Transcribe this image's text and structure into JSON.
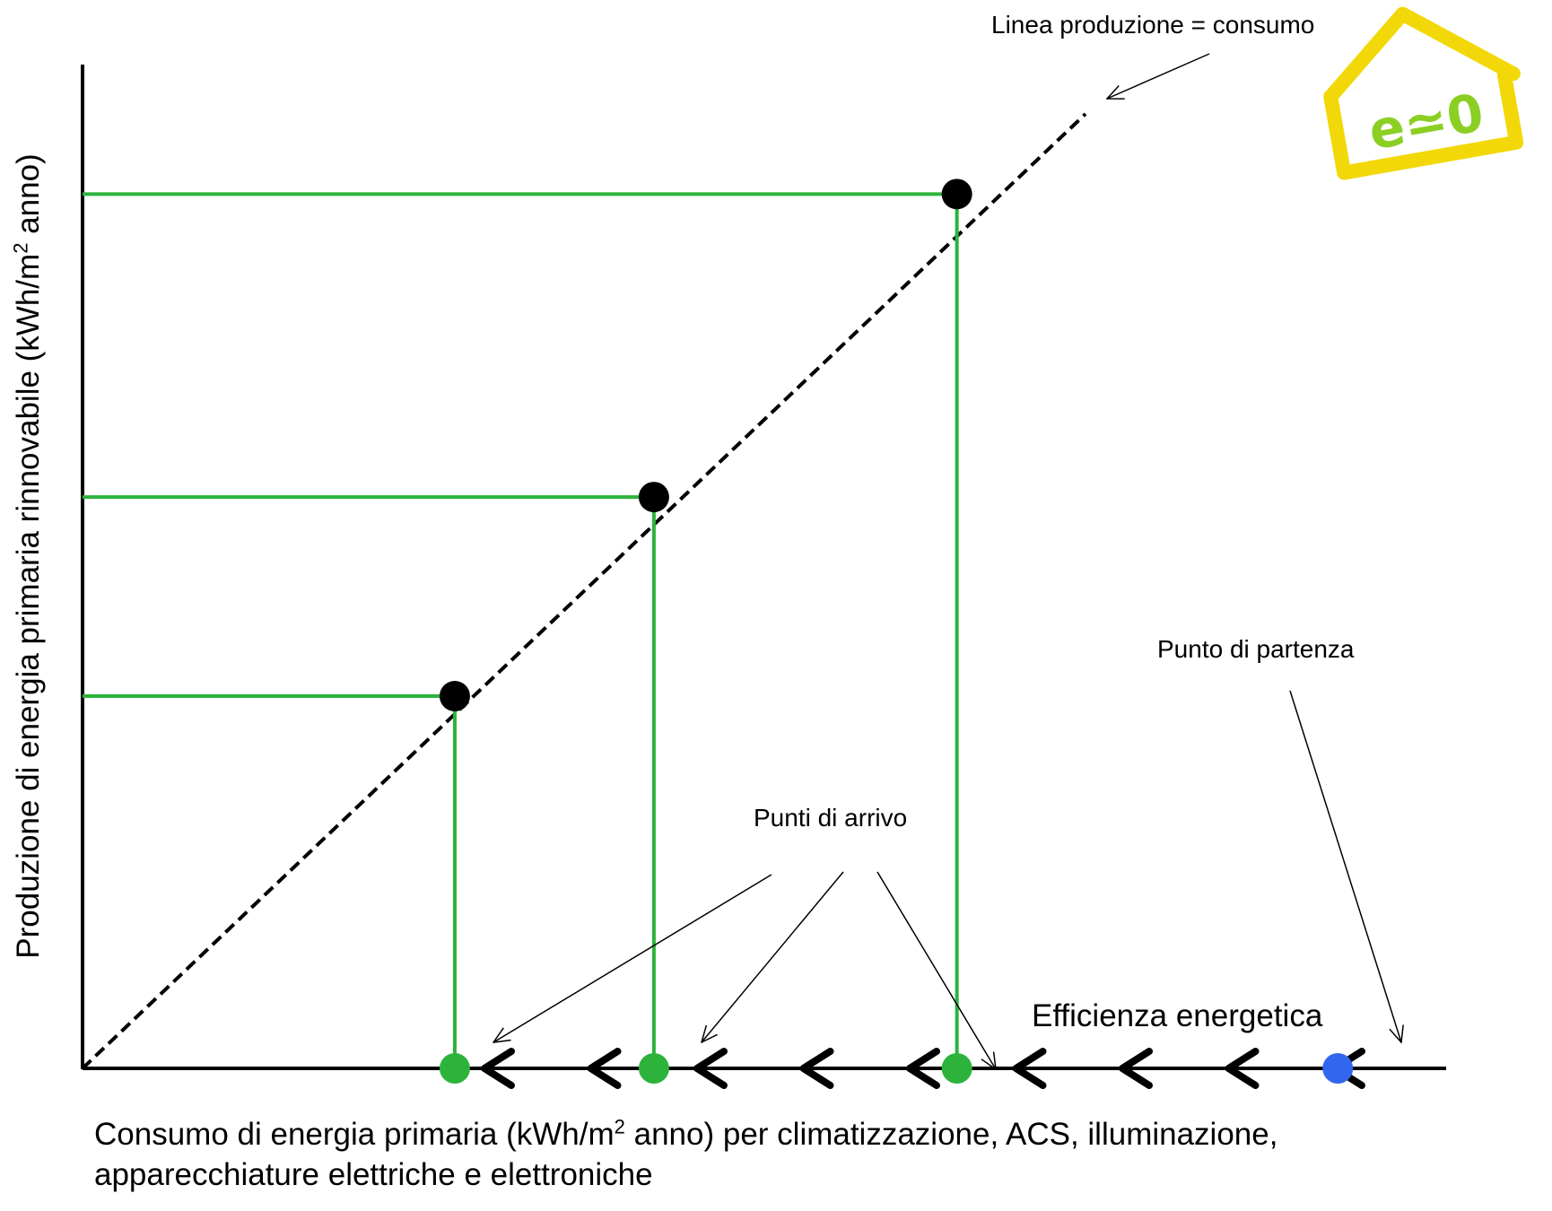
{
  "y_axis": {
    "pre": "Produzione di energia primaria  rinnovabile (kWh/m",
    "sup": "2",
    "post": " anno)"
  },
  "x_axis": {
    "line1_pre": "Consumo di energia primaria (kWh/m",
    "line1_sup": "2",
    "line1_post": " anno) per climatizzazione, ACS, illuminazione,",
    "line2": "apparecchiature elettriche e elettroniche"
  },
  "labels": {
    "diagonal": "Linea produzione = consumo",
    "start": "Punto di partenza",
    "arrivals": "Punti di arrivo",
    "efficiency": "Efficienza energetica"
  },
  "logo": {
    "text": "e≃0",
    "color": "#f2d808",
    "text_color": "#8ccf24"
  },
  "colors": {
    "axis": "#000000",
    "guide": "#2db33c",
    "point_on_line": "#000000",
    "arrival": "#2db33c",
    "start": "#3366ee"
  },
  "chart_data": {
    "type": "scatter",
    "xlabel": "Consumo di energia primaria (kWh/m2 anno) per climatizzazione, ACS, illuminazione, apparecchiature elettriche e elettroniche",
    "ylabel": "Produzione di energia primaria  rinnovabile (kWh/m2 anno)",
    "points_on_line": [
      [
        43,
        43
      ],
      [
        66,
        66
      ],
      [
        101,
        101
      ]
    ],
    "arrival_points": [
      [
        43,
        0
      ],
      [
        66,
        0
      ],
      [
        101,
        0
      ]
    ],
    "start_point": [
      145,
      0
    ],
    "direction_arrows": 9,
    "diagonal": "y = x"
  }
}
